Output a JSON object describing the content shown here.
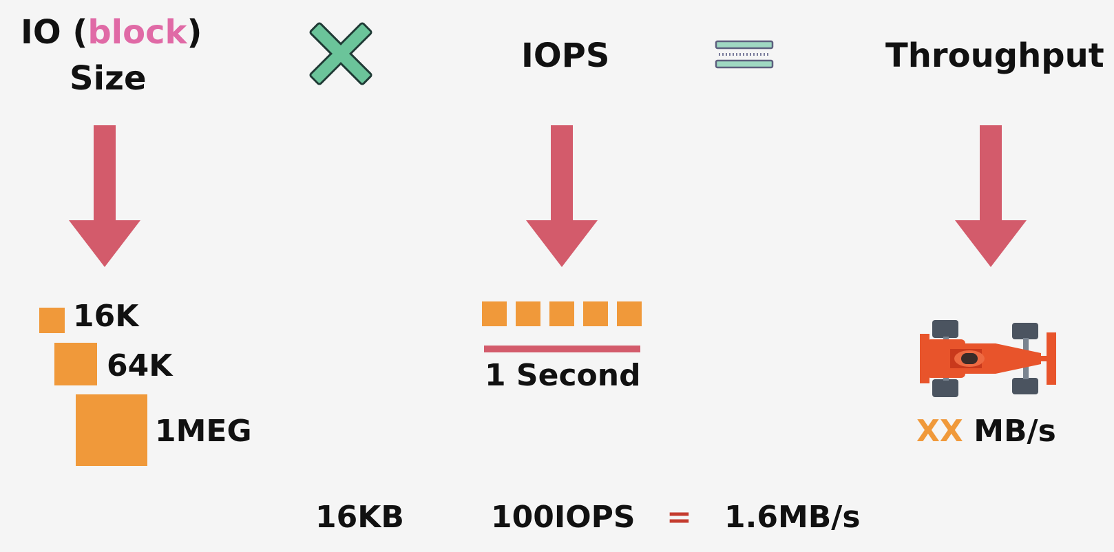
{
  "headers": {
    "io_prefix": "IO (",
    "io_block": "block",
    "io_suffix": ")",
    "io_size": "Size",
    "iops": "IOPS",
    "throughput": "Throughput"
  },
  "operators": {
    "multiply_icon": "x-mark-icon",
    "equals_icon": "equals-icon"
  },
  "block_sizes": [
    "16K",
    "64K",
    "1MEG"
  ],
  "iops_panel": {
    "ios_shown": 5,
    "duration_label": "1 Second"
  },
  "throughput_panel": {
    "value_highlight": "XX",
    "unit": "MB/s",
    "icon": "race-car-icon"
  },
  "equation": {
    "block": "16KB",
    "iops": "100IOPS",
    "equals": "=",
    "result": "1.6MB/s"
  },
  "colors": {
    "arrow": "#d35b6b",
    "square": "#f0993a",
    "block_word": "#e06aa6",
    "xx_highlight": "#f0993a",
    "equals_sign": "#c43b2e",
    "cross_fill": "#6bc49a",
    "equals_fill": "#9fd8c2",
    "car_body": "#e8542b"
  }
}
